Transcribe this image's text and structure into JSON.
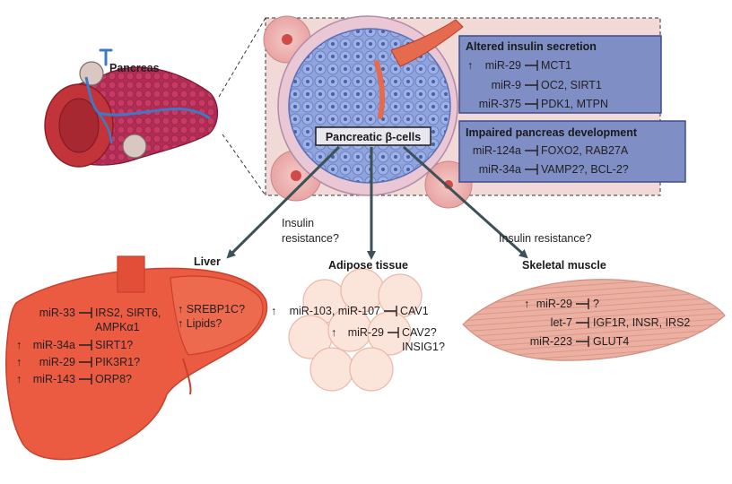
{
  "pancreas": {
    "label": "Pancreas"
  },
  "beta_cells": {
    "label": "Pancreatic β-cells"
  },
  "panel_secretion": {
    "title": "Altered insulin secretion",
    "rows": [
      {
        "up": "↑",
        "mirna": "miR-29",
        "targets": "MCT1"
      },
      {
        "up": "",
        "mirna": "miR-9",
        "targets": "OC2, SIRT1"
      },
      {
        "up": "",
        "mirna": "miR-375",
        "targets": "PDK1, MTPN"
      }
    ]
  },
  "panel_development": {
    "title": "Impaired pancreas development",
    "rows": [
      {
        "mirna": "miR-124a",
        "targets": "FOXO2, RAB27A"
      },
      {
        "mirna": "miR-34a",
        "targets": "VAMP2?, BCL-2?"
      }
    ]
  },
  "arrows": {
    "insulin_resistance_left_1": "Insulin",
    "insulin_resistance_left_2": "resistance?",
    "insulin_resistance_right": "Insulin resistance?"
  },
  "liver": {
    "title": "Liver",
    "rows": [
      {
        "up": "",
        "mirna": "miR-33",
        "targets_1": "IRS2, SIRT6,",
        "targets_2": "AMPKα1"
      },
      {
        "up": "↑",
        "mirna": "miR-34a",
        "targets_1": "SIRT1?"
      },
      {
        "up": "↑",
        "mirna": "miR-29",
        "targets_1": "PIK3R1?"
      },
      {
        "up": "↑",
        "mirna": "miR-143",
        "targets_1": "ORP8?"
      }
    ],
    "side_1": "↑ SREBP1C?",
    "side_2": "↑ Lipids?"
  },
  "adipose": {
    "title": "Adipose tissue",
    "row1_up": "↑",
    "row1_mirna": "miR-103, miR-107",
    "row1_target": "CAV1",
    "row2_up": "↑",
    "row2_mirna": "miR-29",
    "row2_target_1": "CAV2?",
    "row2_target_2": "INSIG1?"
  },
  "muscle": {
    "title": "Skeletal muscle",
    "rows": [
      {
        "up": "↑",
        "mirna": "miR-29",
        "targets": "?"
      },
      {
        "up": "",
        "mirna": "let-7",
        "targets": "IGF1R, INSR, IRS2"
      },
      {
        "up": "",
        "mirna": "miR-223",
        "targets": "GLUT4"
      }
    ]
  },
  "colors": {
    "liver_fill": "#ea5b41",
    "liver_edge": "#c9402c",
    "panel_fill": "#7f8fc6",
    "panel_edge": "#3d4c8f",
    "muscle_fill": "#ecb3a4",
    "arrow": "#3c5257",
    "islet": "#a7b4df"
  }
}
